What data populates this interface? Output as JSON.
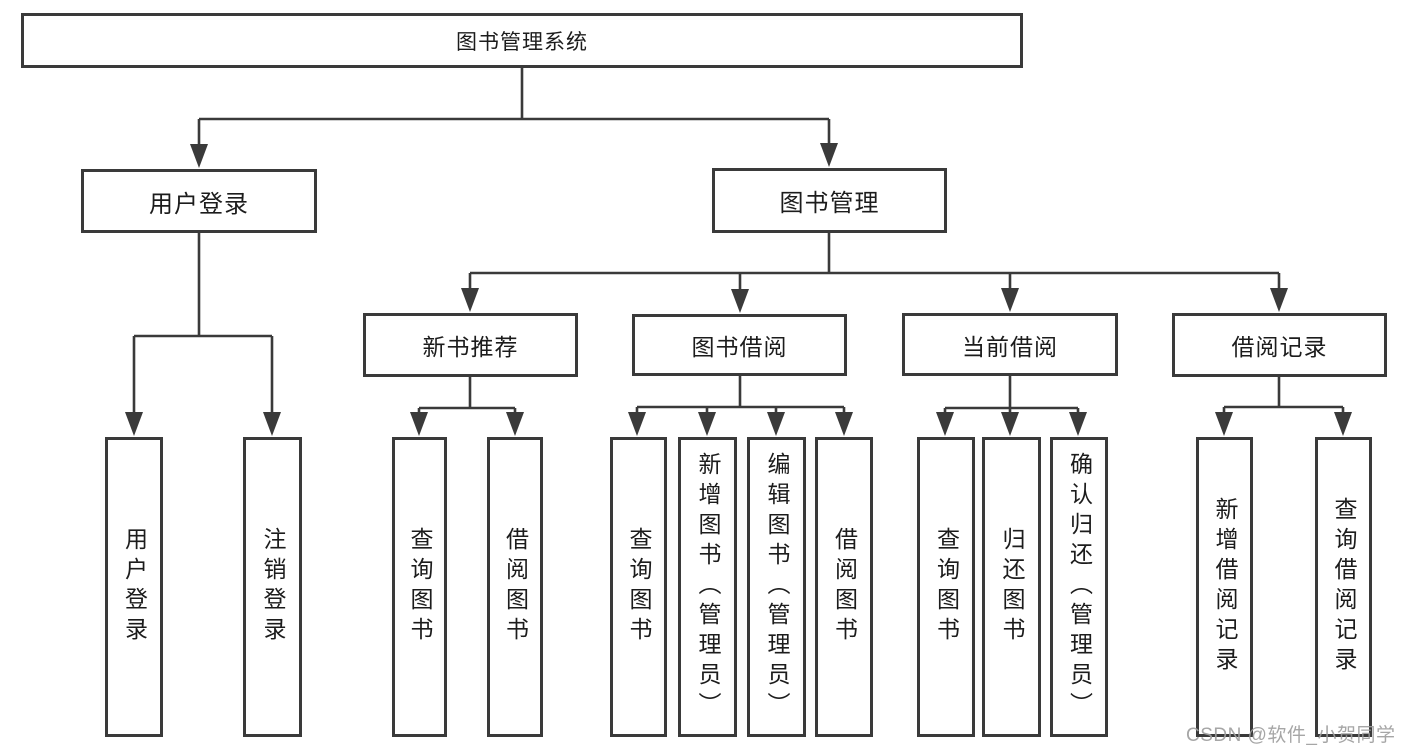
{
  "diagram_type": "hierarchical function tree",
  "colors": {
    "line": "#3a3a3a",
    "box_border": "#3a3a3a",
    "text": "#1c1c1c",
    "background": "#ffffff",
    "watermark": "#9e9e9e"
  },
  "watermark": {
    "text": "CSDN @软件_小贺同学"
  },
  "tree": {
    "label": "图书管理系统",
    "children": [
      {
        "label": "用户登录",
        "children": [
          {
            "label": "用户登录"
          },
          {
            "label": "注销登录"
          }
        ]
      },
      {
        "label": "图书管理",
        "children": [
          {
            "label": "新书推荐",
            "children": [
              {
                "label": "查询图书"
              },
              {
                "label": "借阅图书"
              }
            ]
          },
          {
            "label": "图书借阅",
            "children": [
              {
                "label": "查询图书"
              },
              {
                "label": "新增图书（管理员）"
              },
              {
                "label": "编辑图书（管理员）"
              },
              {
                "label": "借阅图书"
              }
            ]
          },
          {
            "label": "当前借阅",
            "children": [
              {
                "label": "查询图书"
              },
              {
                "label": "归还图书"
              },
              {
                "label": "确认归还（管理员）"
              }
            ]
          },
          {
            "label": "借阅记录",
            "children": [
              {
                "label": "新增借阅记录"
              },
              {
                "label": "查询借阅记录"
              }
            ]
          }
        ]
      }
    ]
  }
}
